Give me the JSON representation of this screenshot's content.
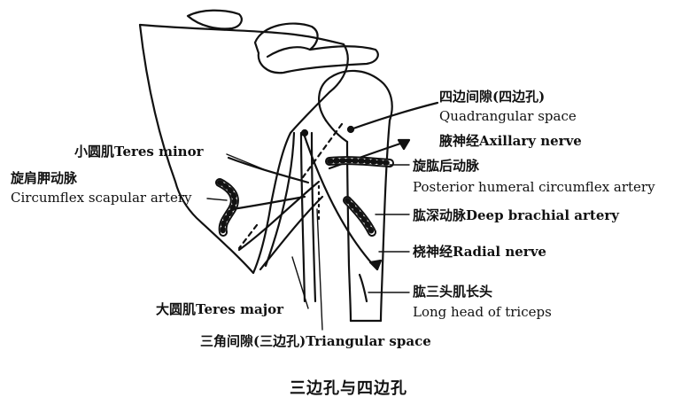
{
  "labels": {
    "quadrangular_cn": "四边间隙(四边孔)",
    "quadrangular_en": "Quadrangular space",
    "axillary_nerve": "腋神经Axillary nerve",
    "teres_minor": "小圆肌Teres minor",
    "circumflex_scapular_cn": "旋肩胛动脉",
    "circumflex_scapular_en": "Circumflex scapular artery",
    "posterior_humeral_cn": "旋肱后动脉",
    "posterior_humeral_en": "Posterior humeral circumflex artery",
    "deep_brachial": "肱深动脉Deep brachial artery",
    "radial_nerve": "桡神经Radial nerve",
    "triceps_cn": "肱三头肌长头",
    "triceps_en": "Long head of triceps",
    "teres_major": "大圆肌Teres major",
    "triangular_space": "三角间隙(三边孔)Triangular space"
  },
  "caption": "三边孔与四边孔",
  "colors": {
    "ink": "#111111",
    "background": "#ffffff"
  }
}
